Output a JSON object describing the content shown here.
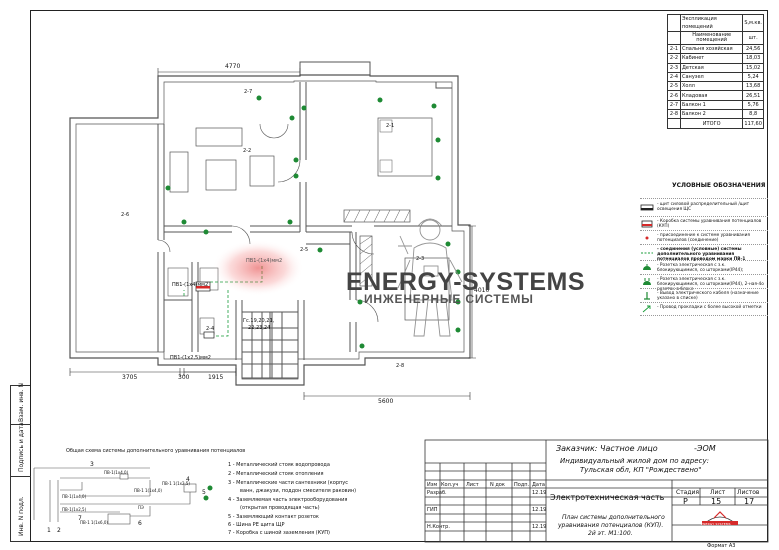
{
  "explication": {
    "title": "Экспликация помещений",
    "col_area": "S,м.кв.",
    "col_name": "Наименование помещений",
    "col_unit": "шт.",
    "rows": [
      {
        "num": "2-1",
        "name": "Спальня хозяйская",
        "area": "24,56"
      },
      {
        "num": "2-2",
        "name": "Кабинет",
        "area": "18,03"
      },
      {
        "num": "2-3",
        "name": "Детская",
        "area": "15,02"
      },
      {
        "num": "2-4",
        "name": "Санузел",
        "area": "5,24"
      },
      {
        "num": "2-5",
        "name": "Холл",
        "area": "13,68"
      },
      {
        "num": "2-6",
        "name": "Кладовая",
        "area": "26,51"
      },
      {
        "num": "2-7",
        "name": "Балкон 1",
        "area": "5,76"
      },
      {
        "num": "2-8",
        "name": "Балкон 2",
        "area": "8,8"
      }
    ],
    "total_label": "ИТОГО",
    "total": "117,60"
  },
  "legend": {
    "title": "УСЛОВНЫЕ ОБОЗНАЧЕНИЯ",
    "items": [
      "- щит силовой распределительный /щит освещения ЩС",
      "- Коробка системы уравнивания потенциалов (КУП)",
      "- присоединение к системе уравнивания потенциалов (соединение)",
      "- соединения (условные) системы дополнительного уравнивания потенциалов проводом марки ПВ-1",
      "- Розетка электрическая с з.к. блокирующимися, со шторками(IP44);",
      "- Розетка электрическая с з.к. блокирующимися, со шторками(IP44), 2-ная-4о розеток в блоке",
      "- Вывод электрического кабеля (назначение указано в списке)",
      "- Провод прокладки с более высокой отметки"
    ]
  },
  "plan": {
    "dim_top": "4770",
    "dim_right": "4010",
    "dim_bottom_left": "3705",
    "dim_bottom_mid1": "300",
    "dim_bottom_mid2": "1915",
    "dim_bottom_right": "5600",
    "rooms": {
      "r1": "2-1",
      "r2": "2-2",
      "r3": "2-3",
      "r4": "2-4",
      "r5": "2-5",
      "r6": "2-6",
      "r7": "2-7",
      "r8": "2-8"
    },
    "cable1": "ПВ1-(1х4)мм2",
    "cable2": "ПВ1-(1х2,5)мм2",
    "cable3": "ПВ1-(1х4)мм2",
    "stair_note1": "Гс.19,20,21,",
    "stair_note2": "22,23,24"
  },
  "watermark": {
    "line1": "ENERGY-SYSTEMS",
    "line2": "ИНЖЕНЕРНЫЕ СИСТЕМЫ"
  },
  "scheme": {
    "title": "Общая схема системы дополнительного уравнивания потенциалов",
    "items": [
      "1 - Металлический стояк водопровода",
      "2 - Металлический стояк отопления",
      "3 - Металлические части сантехники (корпус",
      "ванн, джакузи, поддон смесителя раковин)",
      "4 - Заземляемая часть электрооборудования",
      "(открытая проводящая часть)",
      "5 - Заземляющий контакт розеток",
      "6 - Шина РЕ щита ЩР",
      "7 - Коробка с шиной заземления (КУП)"
    ],
    "labels": {
      "n1": "1",
      "n2": "2",
      "n3": "3",
      "n4": "4",
      "n5": "5",
      "n6": "6",
      "n7": "7",
      "w1": "ПВ-1(1х4,0)",
      "w2": "ПВ-1(1х4,0)",
      "w3": "ПВ-1(1х2,5)",
      "w4": "ПВ-1 1(1х2,5)",
      "w5": "ПВ-1 1(1х6,0)",
      "w6": "ПВ-1 1(1х4,0)",
      "w7": "ПЭ"
    }
  },
  "side_stamp": {
    "c1": "Взам. инв. N",
    "c2": "Подпись и дата",
    "c3": "Инв. N подл."
  },
  "title_block": {
    "customer": "Заказчик: Частное лицо",
    "code": "-ЭОМ",
    "object": "Индивидуальный жилой дом по адресу:",
    "address": "Тульская обл, КП \"Рождествено\"",
    "h_izm": "Изм",
    "h_koluch": "Кол.уч",
    "h_list": "Лист",
    "h_ndok": "N док",
    "h_podp": "Подп.",
    "h_data": "Дата",
    "razrab": "Разраб.",
    "gip": "ГИП",
    "nkontr": "Н.Контр.",
    "date1": "12.19",
    "date2": "12.19",
    "date3": "12.19",
    "section": "Электротехническая часть",
    "sheet_title1": "План системы дополнительного",
    "sheet_title2": "уравнивания потенциалов (КУП).",
    "sheet_title3": "2й эт. М1:100.",
    "h_stadia": "Стадия",
    "h_sheet": "Лист",
    "h_sheets": "Листов",
    "stadia": "Р",
    "sheet": "15",
    "sheets": "17",
    "format": "Формат А3",
    "logo_text": "ENERGY SYSTEMS"
  }
}
